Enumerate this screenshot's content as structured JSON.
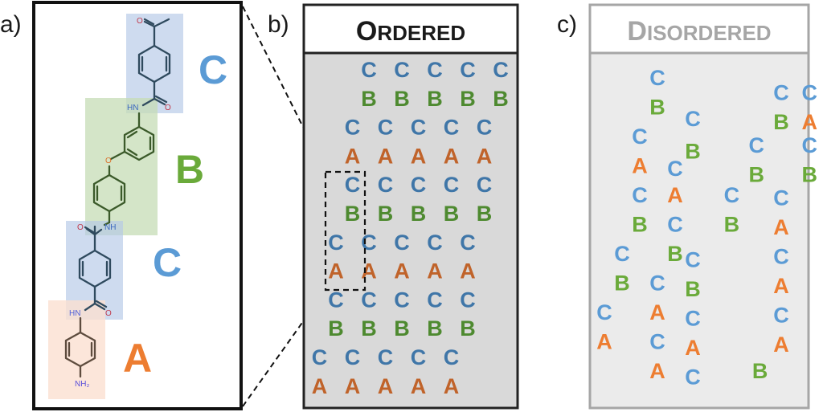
{
  "panels": {
    "a": {
      "label": "a)",
      "segments": [
        {
          "name": "C",
          "color": "#5b9bd5",
          "region": "top"
        },
        {
          "name": "B",
          "color": "#6aaa3a",
          "region": "middle"
        },
        {
          "name": "C",
          "color": "#5b9bd5",
          "region": "lower"
        },
        {
          "name": "A",
          "color": "#ed7d31",
          "region": "bottom"
        }
      ],
      "atoms": {
        "o_top": "O",
        "hn_1": "HN",
        "o_1": "O",
        "o_ether": "O",
        "nh_2": "NH",
        "o_2": "O",
        "hn_3": "HN",
        "o_3": "O",
        "nh2": "NH₂"
      }
    },
    "b": {
      "label": "b)",
      "title": "Ordered",
      "rows": [
        {
          "letters": [
            "C",
            "C",
            "C",
            "C",
            "C"
          ],
          "offset": 2
        },
        {
          "letters": [
            "B",
            "B",
            "B",
            "B",
            "B"
          ],
          "offset": 2
        },
        {
          "letters": [
            "C",
            "C",
            "C",
            "C",
            "C"
          ],
          "offset": 1
        },
        {
          "letters": [
            "A",
            "A",
            "A",
            "A",
            "A"
          ],
          "offset": 1
        },
        {
          "letters": [
            "C",
            "C",
            "C",
            "C",
            "C"
          ],
          "offset": 1
        },
        {
          "letters": [
            "B",
            "B",
            "B",
            "B",
            "B"
          ],
          "offset": 1
        },
        {
          "letters": [
            "C",
            "C",
            "C",
            "C",
            "C"
          ],
          "offset": 0
        },
        {
          "letters": [
            "A",
            "A",
            "A",
            "A",
            "A"
          ],
          "offset": 0
        },
        {
          "letters": [
            "C",
            "C",
            "C",
            "C",
            "C"
          ],
          "offset": 0
        },
        {
          "letters": [
            "B",
            "B",
            "B",
            "B",
            "B"
          ],
          "offset": 0
        },
        {
          "letters": [
            "C",
            "C",
            "C",
            "C",
            "C"
          ],
          "offset": -1
        },
        {
          "letters": [
            "A",
            "A",
            "A",
            "A",
            "A"
          ],
          "offset": -1
        }
      ]
    },
    "c": {
      "label": "c)",
      "title": "Disordered",
      "letters": [
        {
          "t": "C",
          "col": 0,
          "row": 0
        },
        {
          "t": "B",
          "col": 0,
          "row": 1
        },
        {
          "t": "C",
          "col": 1,
          "row": 1.4
        },
        {
          "t": "C",
          "col": -0.5,
          "row": 2
        },
        {
          "t": "B",
          "col": 1,
          "row": 2.5
        },
        {
          "t": "A",
          "col": -0.5,
          "row": 3
        },
        {
          "t": "C",
          "col": 0.5,
          "row": 3.1
        },
        {
          "t": "C",
          "col": -0.5,
          "row": 4
        },
        {
          "t": "A",
          "col": 0.5,
          "row": 4
        },
        {
          "t": "B",
          "col": -0.5,
          "row": 5
        },
        {
          "t": "C",
          "col": 0.5,
          "row": 5
        },
        {
          "t": "C",
          "col": -1,
          "row": 6
        },
        {
          "t": "B",
          "col": 0.5,
          "row": 6
        },
        {
          "t": "B",
          "col": -1,
          "row": 7
        },
        {
          "t": "C",
          "col": 0,
          "row": 7
        },
        {
          "t": "C",
          "col": -1.5,
          "row": 8
        },
        {
          "t": "A",
          "col": 0,
          "row": 8
        },
        {
          "t": "A",
          "col": -1.5,
          "row": 9
        },
        {
          "t": "C",
          "col": 0,
          "row": 9
        },
        {
          "t": "A",
          "col": 0,
          "row": 10
        },
        {
          "t": "C",
          "col": 1,
          "row": 6.2
        },
        {
          "t": "B",
          "col": 1,
          "row": 7.2
        },
        {
          "t": "C",
          "col": 1,
          "row": 8.2
        },
        {
          "t": "A",
          "col": 1,
          "row": 9.2
        },
        {
          "t": "C",
          "col": 1,
          "row": 10.2
        },
        {
          "t": "C",
          "col": 3.5,
          "row": 0.5
        },
        {
          "t": "C",
          "col": 4.3,
          "row": 0.5
        },
        {
          "t": "B",
          "col": 3.5,
          "row": 1.5
        },
        {
          "t": "A",
          "col": 4.3,
          "row": 1.5
        },
        {
          "t": "C",
          "col": 2.8,
          "row": 2.3
        },
        {
          "t": "C",
          "col": 4.3,
          "row": 2.3
        },
        {
          "t": "B",
          "col": 2.8,
          "row": 3.3
        },
        {
          "t": "B",
          "col": 4.3,
          "row": 3.3
        },
        {
          "t": "C",
          "col": 2.1,
          "row": 4.0
        },
        {
          "t": "C",
          "col": 3.5,
          "row": 4.1
        },
        {
          "t": "B",
          "col": 2.1,
          "row": 5.0
        },
        {
          "t": "A",
          "col": 3.5,
          "row": 5.1
        },
        {
          "t": "C",
          "col": 3.5,
          "row": 6.1
        },
        {
          "t": "A",
          "col": 3.5,
          "row": 7.1
        },
        {
          "t": "C",
          "col": 3.5,
          "row": 8.1
        },
        {
          "t": "A",
          "col": 3.5,
          "row": 9.1
        },
        {
          "t": "B",
          "col": 2.9,
          "row": 10.0
        }
      ]
    }
  },
  "colors": {
    "A_ordered": "#c0632a",
    "B_ordered": "#4e8a30",
    "C_ordered": "#3f76a8",
    "A": "#ed7d31",
    "B": "#6aaa3a",
    "C": "#5b9bd5"
  }
}
